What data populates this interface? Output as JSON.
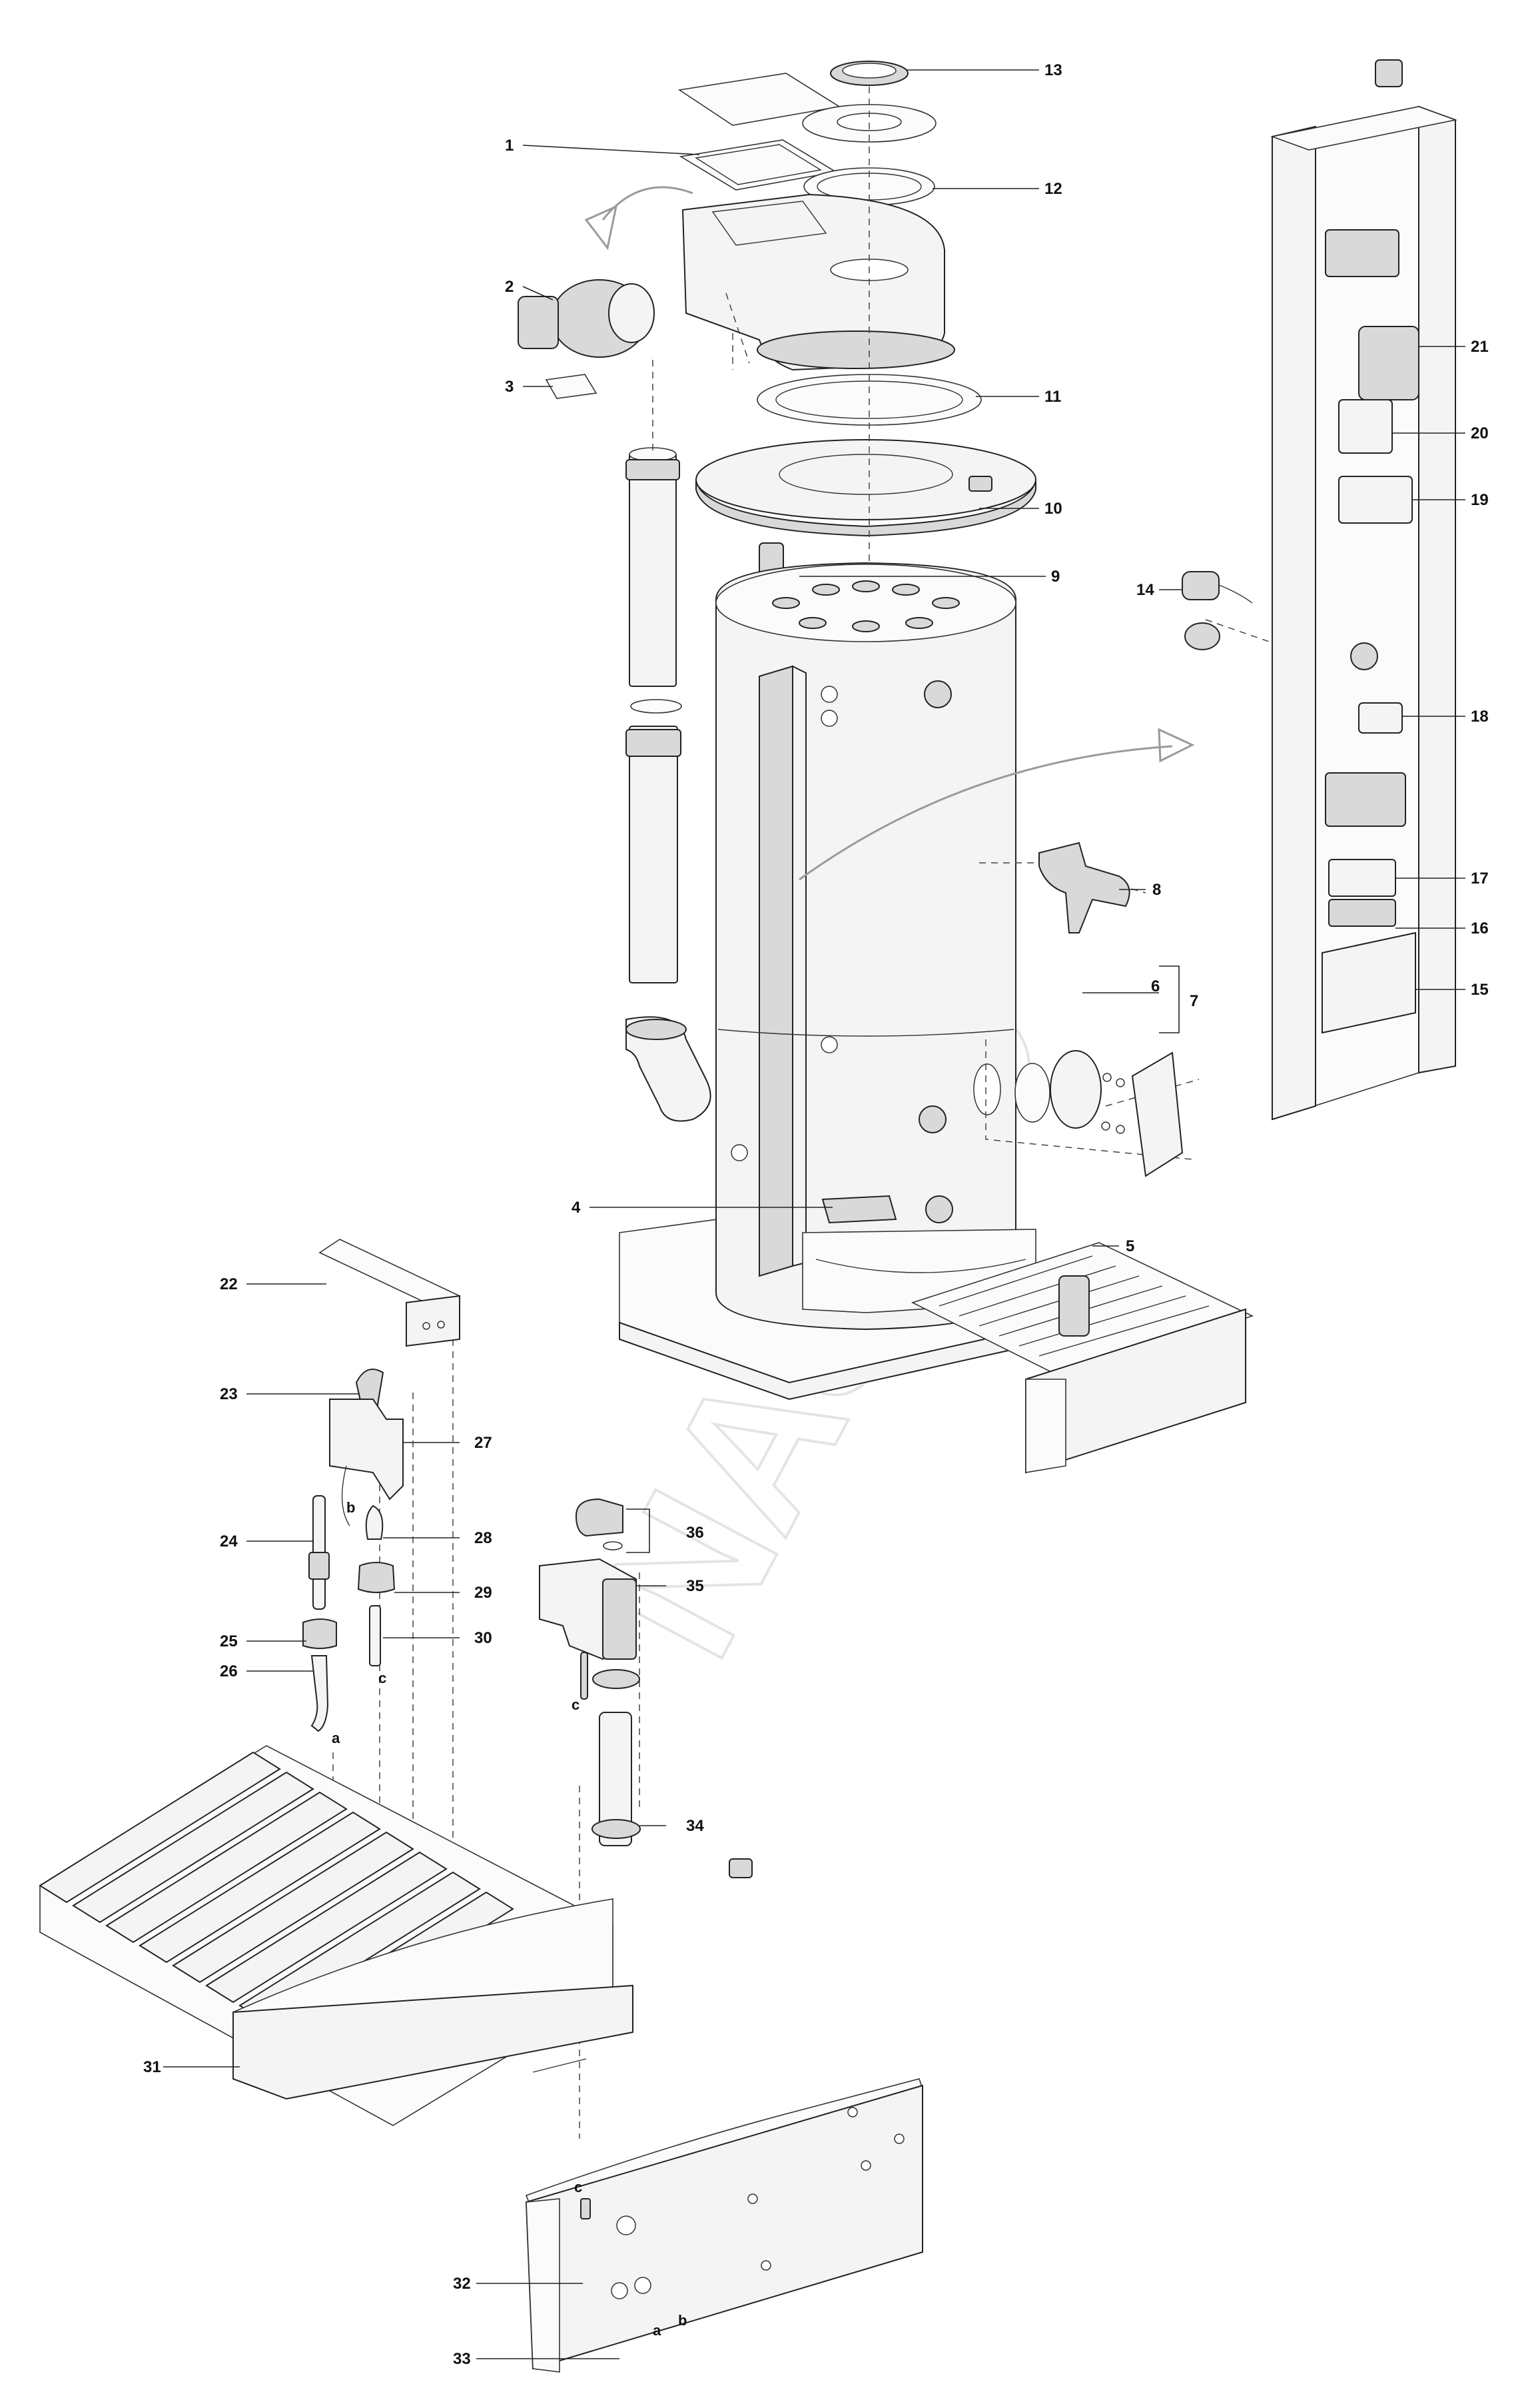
{
  "watermark": "NASCO",
  "part_labels": [
    "1",
    "2",
    "3",
    "4",
    "5",
    "6",
    "7",
    "8",
    "9",
    "10",
    "11",
    "12",
    "13",
    "14",
    "15",
    "16",
    "17",
    "18",
    "19",
    "20",
    "21",
    "22",
    "23",
    "24",
    "25",
    "26",
    "27",
    "28",
    "29",
    "30",
    "31",
    "32",
    "33",
    "34",
    "35",
    "36"
  ],
  "connection_labels": [
    "a",
    "b",
    "c"
  ]
}
